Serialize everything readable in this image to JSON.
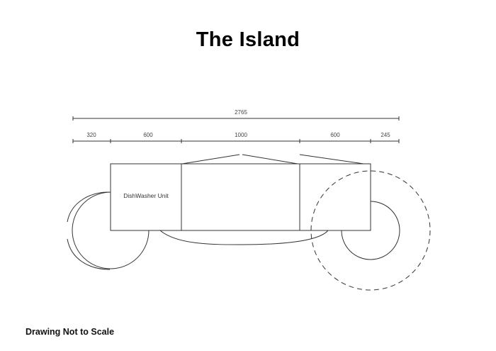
{
  "title": "The Island",
  "footnote": "Drawing Not to Scale",
  "dimensions": {
    "overall": "2765",
    "segments": [
      "320",
      "600",
      "1000",
      "600",
      "245"
    ]
  },
  "units": {
    "dishwasher_label": "DishWasher Unit"
  }
}
